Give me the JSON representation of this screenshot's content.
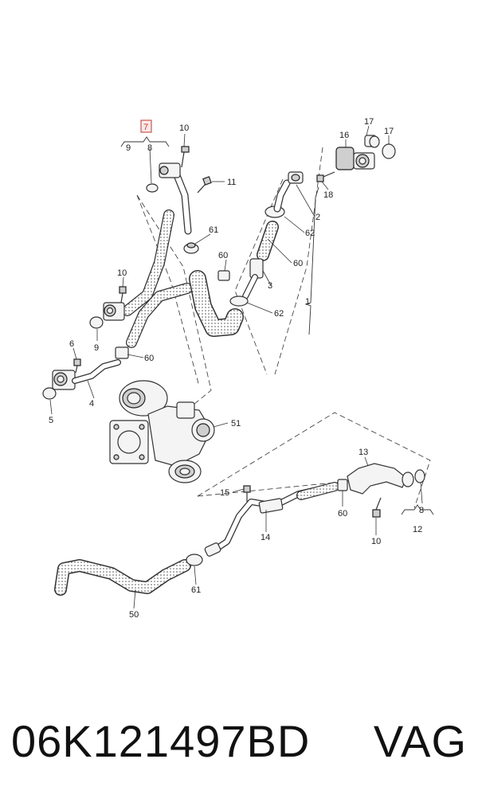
{
  "diagram": {
    "callouts": {
      "c7": "7",
      "c9a": "9",
      "c8a": "8",
      "c10a": "10",
      "c11": "11",
      "c16": "16",
      "c17a": "17",
      "c17b": "17",
      "c18": "18",
      "c2": "2",
      "c62a": "62",
      "c60a": "60",
      "c3": "3",
      "c1": "1",
      "c62b": "62",
      "c61a": "61",
      "c60b": "60",
      "c10b": "10",
      "c9b": "9",
      "c60c": "60",
      "c6": "6",
      "c5": "5",
      "c4": "4",
      "c51": "51",
      "c13": "13",
      "c15": "15",
      "c60d": "60",
      "c8b": "8",
      "c14": "14",
      "c12": "12",
      "c10c": "10",
      "c61b": "61",
      "c50": "50"
    },
    "highlight_color": "#c0392b"
  },
  "footer": {
    "part_number": "06K121497BD",
    "brand": "VAG"
  }
}
